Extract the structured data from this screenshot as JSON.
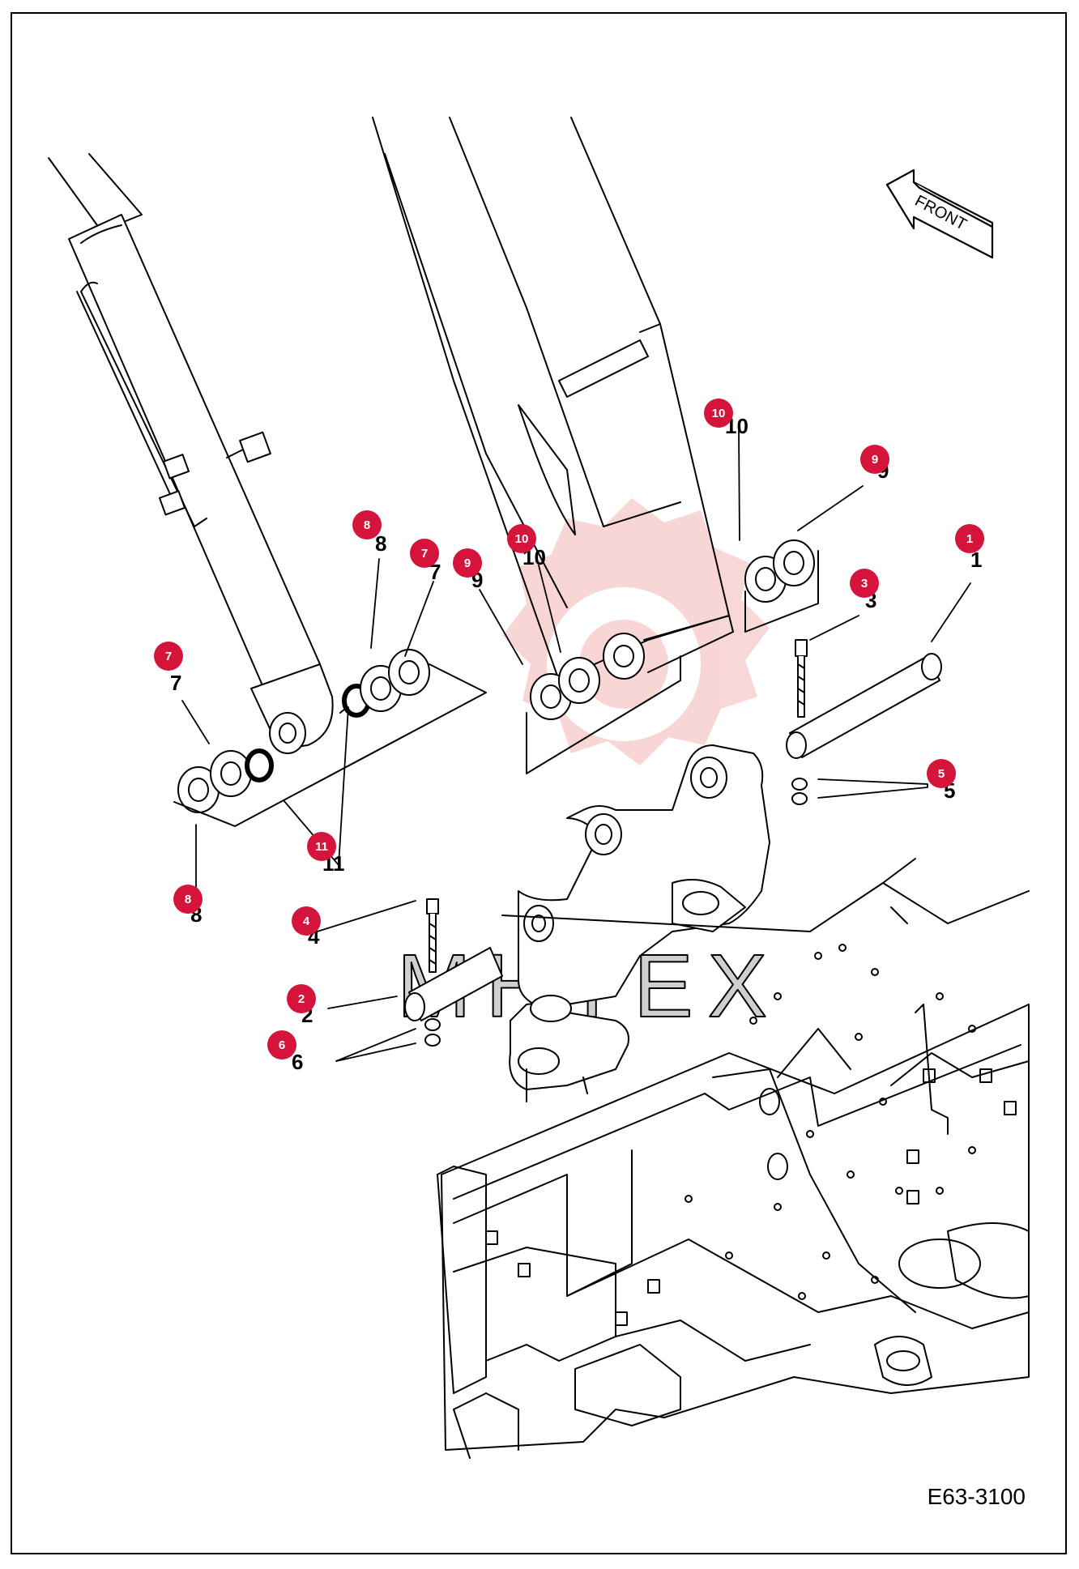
{
  "drawing_code": "E63-3100",
  "front_label": "FRONT",
  "watermark_text": "MHTEX",
  "callouts": [
    {
      "id": "c1",
      "badge": "1",
      "label": "1"
    },
    {
      "id": "c2",
      "badge": "2",
      "label": "2"
    },
    {
      "id": "c3",
      "badge": "3",
      "label": "3"
    },
    {
      "id": "c4",
      "badge": "4",
      "label": "4"
    },
    {
      "id": "c5",
      "badge": "5",
      "label": "5"
    },
    {
      "id": "c6",
      "badge": "6",
      "label": "6"
    },
    {
      "id": "c7a",
      "badge": "7",
      "label": "7"
    },
    {
      "id": "c7b",
      "badge": "7",
      "label": "7"
    },
    {
      "id": "c8a",
      "badge": "8",
      "label": "8"
    },
    {
      "id": "c8b",
      "badge": "8",
      "label": "8"
    },
    {
      "id": "c9a",
      "badge": "9",
      "label": "9"
    },
    {
      "id": "c9b",
      "badge": "9",
      "label": "9"
    },
    {
      "id": "c10a",
      "badge": "10",
      "label": "10"
    },
    {
      "id": "c10b",
      "badge": "10",
      "label": "10"
    },
    {
      "id": "c11",
      "badge": "11",
      "label": "11"
    }
  ],
  "colors": {
    "badge": "#d4143a",
    "line": "#000000",
    "watermark": "#f2b8b8"
  }
}
